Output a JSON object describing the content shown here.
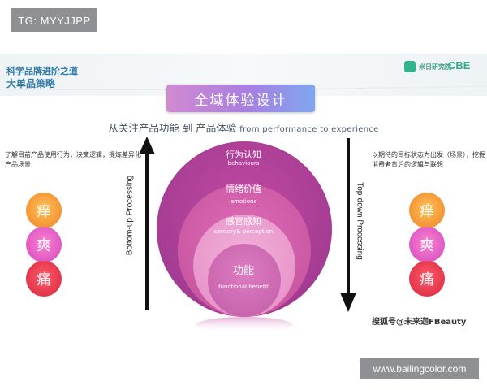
{
  "badge": {
    "text": "TG: MYYJJPP"
  },
  "header": {
    "title_line1": "科学品牌进阶之道",
    "title_line2": "大单品策略",
    "logo_left_text": "米日研究院",
    "logo_right_text": "CBE"
  },
  "slide": {
    "main_title": "全域体验设计",
    "subtitle_cn": "从关注产品功能 到 产品体验",
    "subtitle_en": "from performance to experience",
    "left_text": "了解目前产品使用行为，决策逻辑，提炼差异化产品场景",
    "right_text": "以期待的目标状态为出发（场景），挖掘消费者背后的逻辑与联想",
    "left_arrow_label": "Bottom-up Processing",
    "right_arrow_label": "Top-down Processing",
    "left_balls": [
      "痒",
      "爽",
      "痛"
    ],
    "right_balls": [
      "痒",
      "爽",
      "痛"
    ],
    "levels": [
      {
        "cn": "行为认知",
        "en": "behaviours"
      },
      {
        "cn": "情绪价值",
        "en": "emotions"
      },
      {
        "cn": "感官感知",
        "en": "sensory& perception"
      },
      {
        "cn": "功能",
        "en": "functional benefit"
      }
    ]
  },
  "watermark": "搜狐号@未来迦FBeauty",
  "footer": {
    "url": "www.bailingcolor.com"
  }
}
